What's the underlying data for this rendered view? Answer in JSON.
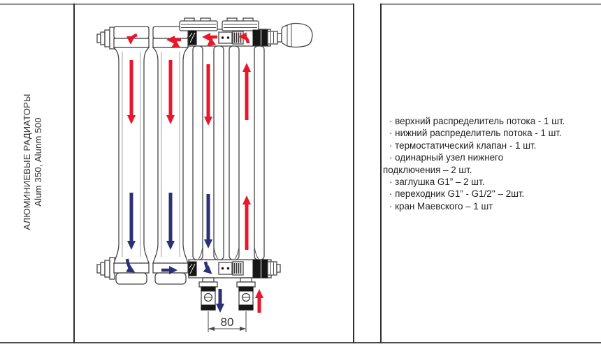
{
  "left_panel": {
    "title_line1": "АЛЮМИНИЕВЫЕ РАДИАТОРЫ",
    "title_line2": "Alum 350, Alunm 500"
  },
  "parts_list": {
    "bullet": "·",
    "items": [
      "верхний распределитель потока - 1 шт.",
      "нижний распределитель потока - 1 шт.",
      "термостатический клапан - 1 шт.",
      "одинарный узел нижнего\nподключения – 2 шт.",
      "заглушка G1” – 2 шт.",
      "переходник G1” - G1/2'' – 2шт.",
      "кран Маевского – 1 шт"
    ]
  },
  "diagram": {
    "dimension_label": "80",
    "colors": {
      "hot_flow": "#e8182c",
      "cold_flow": "#2b3174",
      "outline": "#454545"
    }
  }
}
